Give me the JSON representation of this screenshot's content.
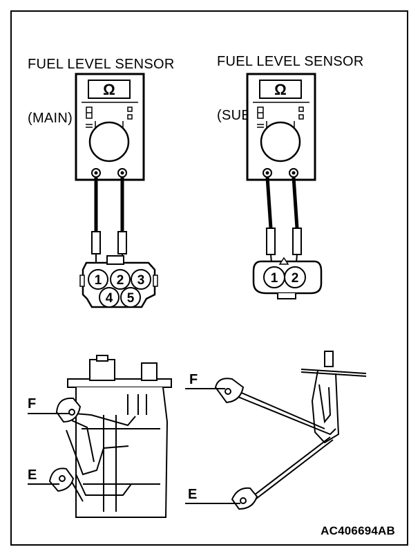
{
  "sensors": [
    {
      "title_line1": "FUEL LEVEL SENSOR",
      "title_line2": "(MAIN)",
      "meter_symbol": "Ω",
      "pins": [
        "1",
        "2",
        "3",
        "4",
        "5"
      ]
    },
    {
      "title_line1": "FUEL LEVEL SENSOR",
      "title_line2": "(SUB)",
      "meter_symbol": "Ω",
      "pins": [
        "1",
        "2"
      ]
    }
  ],
  "labels": {
    "F": "F",
    "E": "E"
  },
  "reference": "AC406694AB"
}
